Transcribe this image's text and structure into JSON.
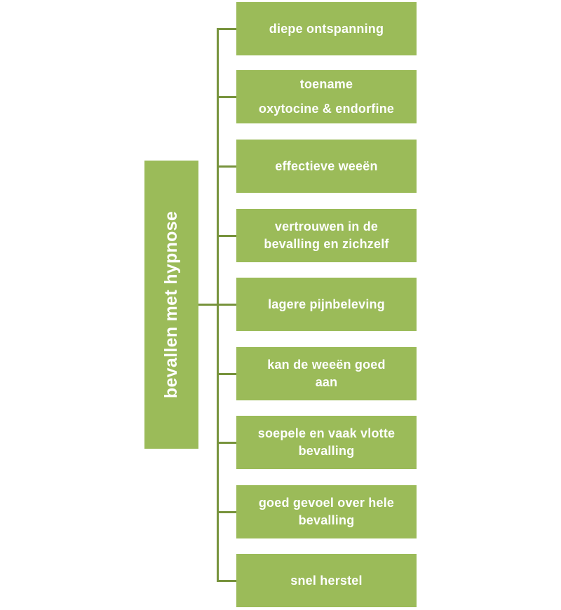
{
  "diagram": {
    "root": {
      "label": "bevallen met hypnose"
    },
    "colors": {
      "box_fill": "#9bbb59",
      "connector": "#77933c",
      "text": "#ffffff"
    },
    "children": [
      {
        "lines": [
          "diepe ontspanning"
        ]
      },
      {
        "lines": [
          "toename",
          "oxytocine & endorfine"
        ]
      },
      {
        "lines": [
          "effectieve weeën"
        ]
      },
      {
        "lines": [
          "vertrouwen in de",
          "bevalling en zichzelf"
        ]
      },
      {
        "lines": [
          "lagere pijnbeleving"
        ]
      },
      {
        "lines": [
          "kan de weeën goed",
          "aan"
        ]
      },
      {
        "lines": [
          "soepele en vaak vlotte",
          "bevalling"
        ]
      },
      {
        "lines": [
          "goed gevoel over hele",
          "bevalling"
        ]
      },
      {
        "lines": [
          "snel herstel"
        ]
      }
    ]
  }
}
